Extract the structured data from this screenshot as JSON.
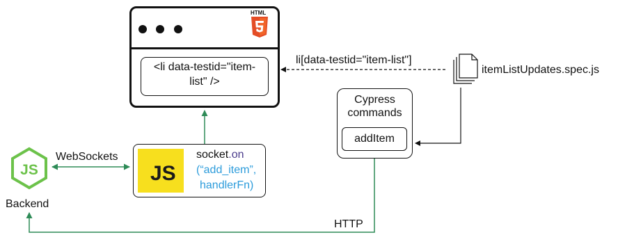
{
  "browser": {
    "html5_badge": "HTML",
    "element_snippet": "<li data-testid=\"item-list\" />"
  },
  "selector_label": "li[data-testid=\"item-list\"]",
  "spec_file": "itemListUpdates.spec.js",
  "cypress": {
    "title": "Cypress commands",
    "command": "addItem"
  },
  "js_handler": {
    "logo_text": "JS",
    "socket": "socket",
    "on": ".on",
    "args_line1": "(“add_item”,",
    "args_line2": "handlerFn)"
  },
  "websockets_label": "WebSockets",
  "backend_label": "Backend",
  "http_label": "HTTP",
  "colors": {
    "green_arrow": "#2E8B57",
    "node_green": "#6CC24A",
    "js_yellow": "#F7DF1E",
    "html5_orange": "#E44D26",
    "code_blue": "#2D9CDB",
    "code_purple": "#4B3C8C"
  },
  "icons": [
    "html5-icon",
    "document-stack-icon",
    "nodejs-icon",
    "javascript-icon"
  ]
}
